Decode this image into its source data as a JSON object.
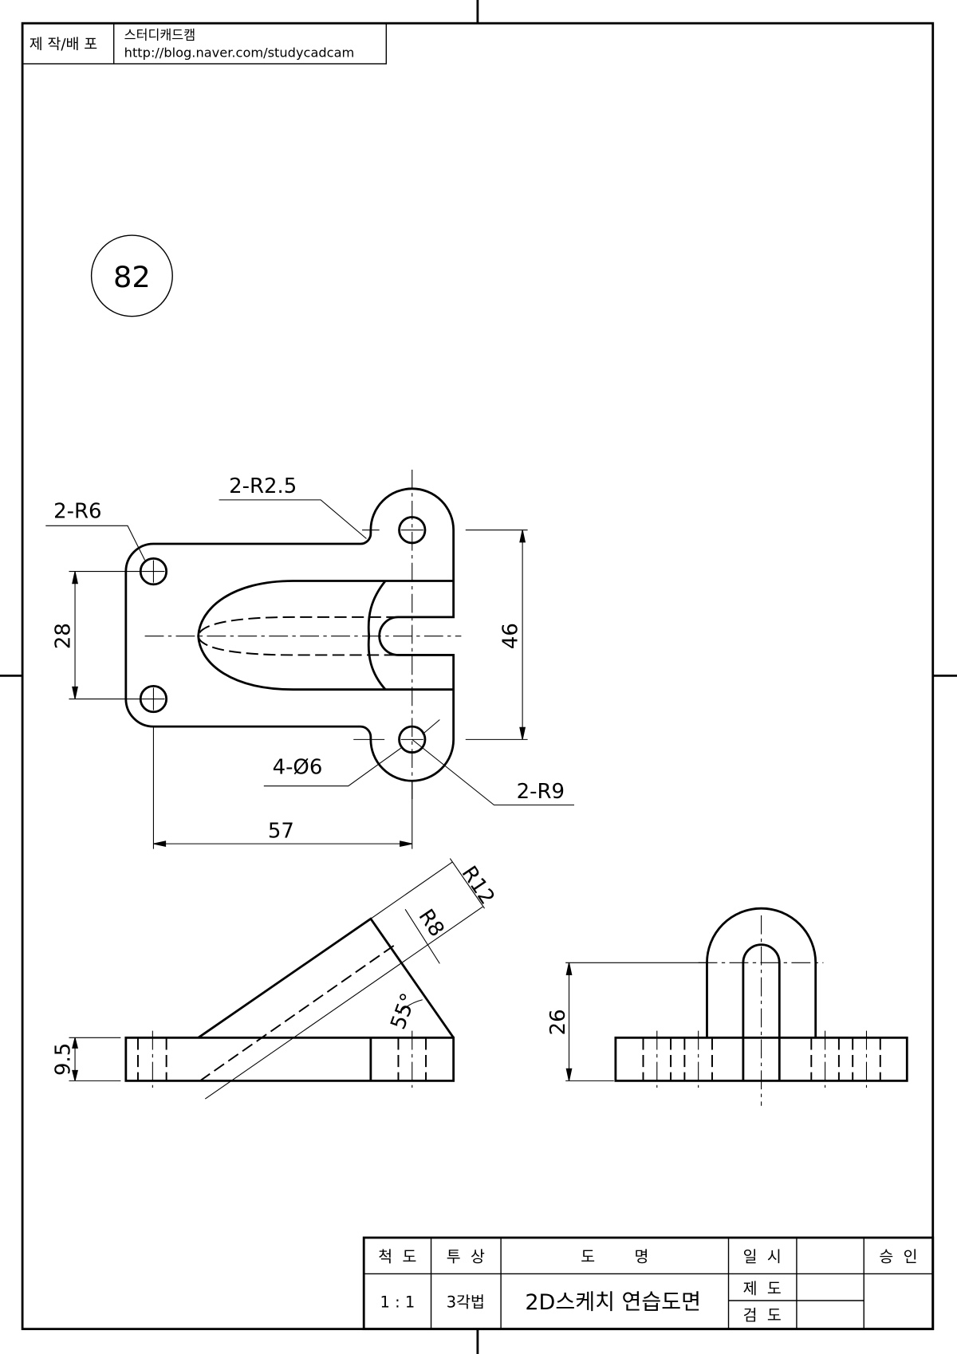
{
  "header": {
    "label": "제 작/배 포",
    "author": "스터디캐드캠",
    "url": "http://blog.naver.com/studycadcam"
  },
  "drawing_number": "82",
  "dimensions": {
    "r6": "2-R6",
    "r25": "2-R2.5",
    "d28": "28",
    "d46": "46",
    "hole": "4-Ø6",
    "r9": "2-R9",
    "d57": "57",
    "r12": "R12",
    "r8": "R8",
    "angle": "55°",
    "d95": "9.5",
    "d26": "26"
  },
  "title_block": {
    "scale_label": "척  도",
    "projection_label": "투  상",
    "name_label": "도        명",
    "date_label": "일  시",
    "approval_label": "승  인",
    "scale_value": "1 : 1",
    "projection_value": "3각법",
    "drawing_name": "2D스케치 연습도면",
    "drafted_label": "제  도",
    "checked_label": "검  도"
  }
}
